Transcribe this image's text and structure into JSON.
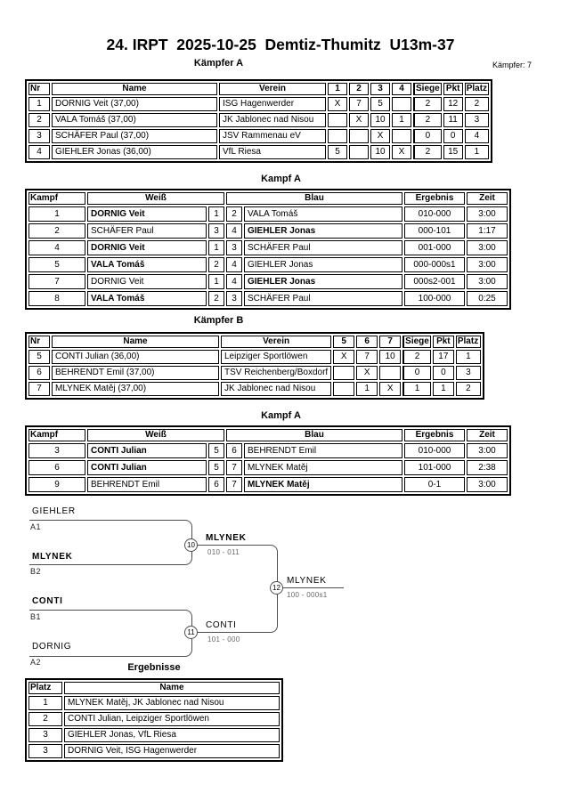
{
  "header": {
    "title": "24. IRPT  2025-10-25  Demtiz-Thumitz  U13m-37",
    "fighters_label": "Kämpfer: 7"
  },
  "pool_a": {
    "title": "Kämpfer A",
    "columns": [
      "Nr",
      "Name",
      "Verein",
      "1",
      "2",
      "3",
      "4",
      "Siege",
      "Pkt",
      "Platz"
    ],
    "rows": [
      {
        "cells": [
          "1",
          "DORNIG Veit  (37,00)",
          "ISG Hagenwerder",
          "X",
          "7",
          "5",
          "",
          "2",
          "12",
          "2"
        ]
      },
      {
        "cells": [
          "2",
          "VALA Tomáš  (37,00)",
          "JK Jablonec nad Nisou",
          "",
          "X",
          "10",
          "1",
          "2",
          "11",
          "3"
        ]
      },
      {
        "cells": [
          "3",
          "SCHÄFER  Paul  (37,00)",
          "JSV Rammenau eV",
          "",
          "",
          "X",
          "",
          "0",
          "0",
          "4"
        ]
      },
      {
        "cells": [
          "4",
          "GIEHLER Jonas  (36,00)",
          "VfL Riesa",
          "5",
          "",
          "10",
          "X",
          "2",
          "15",
          "1"
        ]
      }
    ]
  },
  "fights_a": {
    "title": "Kampf A",
    "columns": [
      "Kampf",
      "Weiß",
      "Blau",
      "Ergebnis",
      "Zeit"
    ],
    "rows": [
      {
        "cells": [
          "1",
          "DORNIG Veit",
          "1",
          "2",
          "VALA Tomáš",
          "010-000",
          "3:00"
        ],
        "bold": [
          1
        ]
      },
      {
        "cells": [
          "2",
          "SCHÄFER  Paul",
          "3",
          "4",
          "GIEHLER Jonas",
          "000-101",
          "1:17"
        ],
        "bold": [
          4
        ]
      },
      {
        "cells": [
          "4",
          "DORNIG Veit",
          "1",
          "3",
          "SCHÄFER  Paul",
          "001-000",
          "3:00"
        ],
        "bold": [
          1
        ]
      },
      {
        "cells": [
          "5",
          "VALA Tomáš",
          "2",
          "4",
          "GIEHLER Jonas",
          "000-000s1",
          "3:00"
        ],
        "bold": [
          1
        ]
      },
      {
        "cells": [
          "7",
          "DORNIG Veit",
          "1",
          "4",
          "GIEHLER Jonas",
          "000s2-001",
          "3:00"
        ],
        "bold": [
          4
        ]
      },
      {
        "cells": [
          "8",
          "VALA Tomáš",
          "2",
          "3",
          "SCHÄFER  Paul",
          "100-000",
          "0:25"
        ],
        "bold": [
          1
        ]
      }
    ]
  },
  "pool_b": {
    "title": "Kämpfer B",
    "columns": [
      "Nr",
      "Name",
      "Verein",
      "5",
      "6",
      "7",
      "Siege",
      "Pkt",
      "Platz"
    ],
    "rows": [
      {
        "cells": [
          "5",
          "CONTI Julian  (36,00)",
          "Leipziger Sportlöwen",
          "X",
          "7",
          "10",
          "2",
          "17",
          "1"
        ]
      },
      {
        "cells": [
          "6",
          "BEHRENDT Emil  (37,00)",
          "TSV Reichenberg/Boxdorf",
          "",
          "X",
          "",
          "0",
          "0",
          "3"
        ]
      },
      {
        "cells": [
          "7",
          "MLYNEK Matěj  (37,00)",
          "JK Jablonec nad Nisou",
          "",
          "1",
          "X",
          "1",
          "1",
          "2"
        ]
      }
    ]
  },
  "fights_b": {
    "title": "Kampf A",
    "columns": [
      "Kampf",
      "Weiß",
      "Blau",
      "Ergebnis",
      "Zeit"
    ],
    "rows": [
      {
        "cells": [
          "3",
          "CONTI Julian",
          "5",
          "6",
          "BEHRENDT Emil",
          "010-000",
          "3:00"
        ],
        "bold": [
          1
        ]
      },
      {
        "cells": [
          "6",
          "CONTI Julian",
          "5",
          "7",
          "MLYNEK Matěj",
          "101-000",
          "2:38"
        ],
        "bold": [
          1
        ]
      },
      {
        "cells": [
          "9",
          "BEHRENDT Emil",
          "6",
          "7",
          "MLYNEK Matěj",
          "0-1",
          "3:00"
        ],
        "bold": [
          4
        ]
      }
    ]
  },
  "bracket": {
    "semifinal_top": {
      "slot1_name": "GIEHLER",
      "slot1_seed": "A1",
      "slot2_name": "MLYNEK",
      "slot2_seed": "B2",
      "fight_number": "10",
      "winner_name": "MLYNEK",
      "score": "010 - 011"
    },
    "semifinal_bottom": {
      "slot1_name": "CONTI",
      "slot1_seed": "B1",
      "slot2_name": "DORNIG",
      "slot2_seed": "A2",
      "fight_number": "11",
      "winner_name": "CONTI",
      "score": "101 - 000"
    },
    "final": {
      "fight_number": "12",
      "winner_name": "MLYNEK",
      "score": "100 - 000s1"
    }
  },
  "results": {
    "title": "Ergebnisse",
    "columns": [
      "Platz",
      "Name"
    ],
    "rows": [
      {
        "cells": [
          "1",
          "MLYNEK Matěj, JK Jablonec nad Nisou"
        ]
      },
      {
        "cells": [
          "2",
          "CONTI Julian, Leipziger Sportlöwen"
        ]
      },
      {
        "cells": [
          "3",
          "GIEHLER Jonas, VfL Riesa"
        ]
      },
      {
        "cells": [
          "3",
          "DORNIG Veit, ISG Hagenwerder"
        ]
      }
    ]
  }
}
